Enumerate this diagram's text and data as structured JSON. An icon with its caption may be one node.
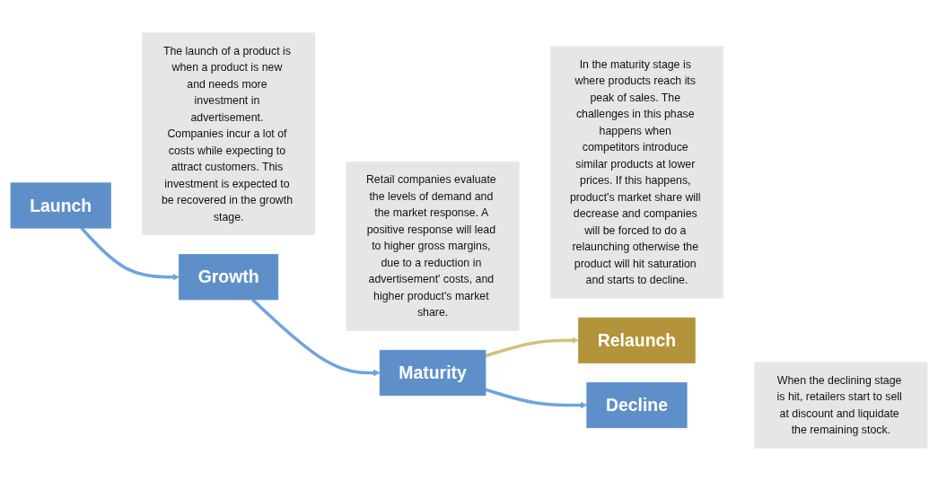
{
  "diagram": {
    "nodes": [
      {
        "text": [
          "Launch"
        ]
      },
      {
        "text": [
          "The launch of a product is when a product is new and needs more investment in advertisement. Companies incur a lot of costs while expecting to attract customers. This investment is expected to be recovered in the growth stage."
        ]
      },
      {
        "text": [
          "Growth"
        ]
      },
      {
        "text": [
          "Retail companies evaluate the levels of demand and the market response. A positive response will lead to higher gross margins, due to a reduction in advertisement' costs, and higher product's market share."
        ]
      },
      {
        "text": [
          "Maturity"
        ]
      },
      {
        "text": [
          "In the maturity stage is where products reach its peak of sales. The challenges in this phase happens when competitors introduce similar products at lower prices. If this happens, product's market share will decrease and companies will be forced to do a relaunching otherwise the product will hit saturation and starts to decline."
        ]
      },
      {
        "text": [
          "Relaunch"
        ]
      },
      {
        "text": [
          "Decline"
        ]
      },
      {
        "text": [
          "When the declining stage is hit, retailers start to sell at discount and liquidate the remaining stock."
        ]
      }
    ],
    "edges": [
      {
        "from": 0,
        "to": 2,
        "arrow": "to"
      },
      {
        "from": 2,
        "to": 4,
        "arrow": "to"
      },
      {
        "from": 4,
        "to": 6,
        "arrow": "to",
        "color": "#d4c07a"
      },
      {
        "from": 4,
        "to": 7,
        "arrow": "to"
      }
    ]
  }
}
